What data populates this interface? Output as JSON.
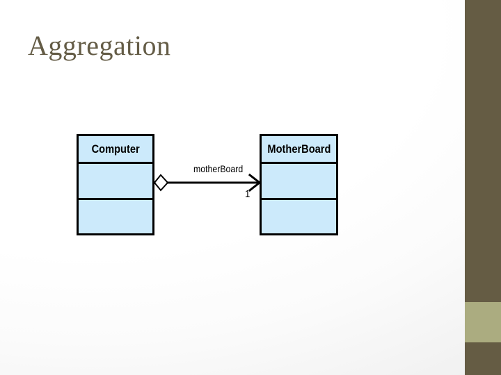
{
  "slide": {
    "title": "Aggregation",
    "title_color": "#645C46",
    "background_color": "#FFFFFF"
  },
  "decoration": {
    "right_band_color": "#655C44",
    "right_band_accent_color": "#ABAC80"
  },
  "diagram": {
    "type": "uml-class-diagram",
    "classes": [
      {
        "name": "Computer",
        "compartments": [
          "",
          ""
        ],
        "fill_color": "#CCEAFB",
        "border_color": "#000000"
      },
      {
        "name": "MotherBoard",
        "compartments": [
          "",
          ""
        ],
        "fill_color": "#CCEAFB",
        "border_color": "#000000"
      }
    ],
    "relationship": {
      "kind": "aggregation",
      "source": "Computer",
      "target": "MotherBoard",
      "source_decoration": "open-diamond",
      "target_decoration": "open-arrow",
      "role_label": "motherBoard",
      "multiplicity": "1",
      "line_color": "#000000"
    }
  }
}
